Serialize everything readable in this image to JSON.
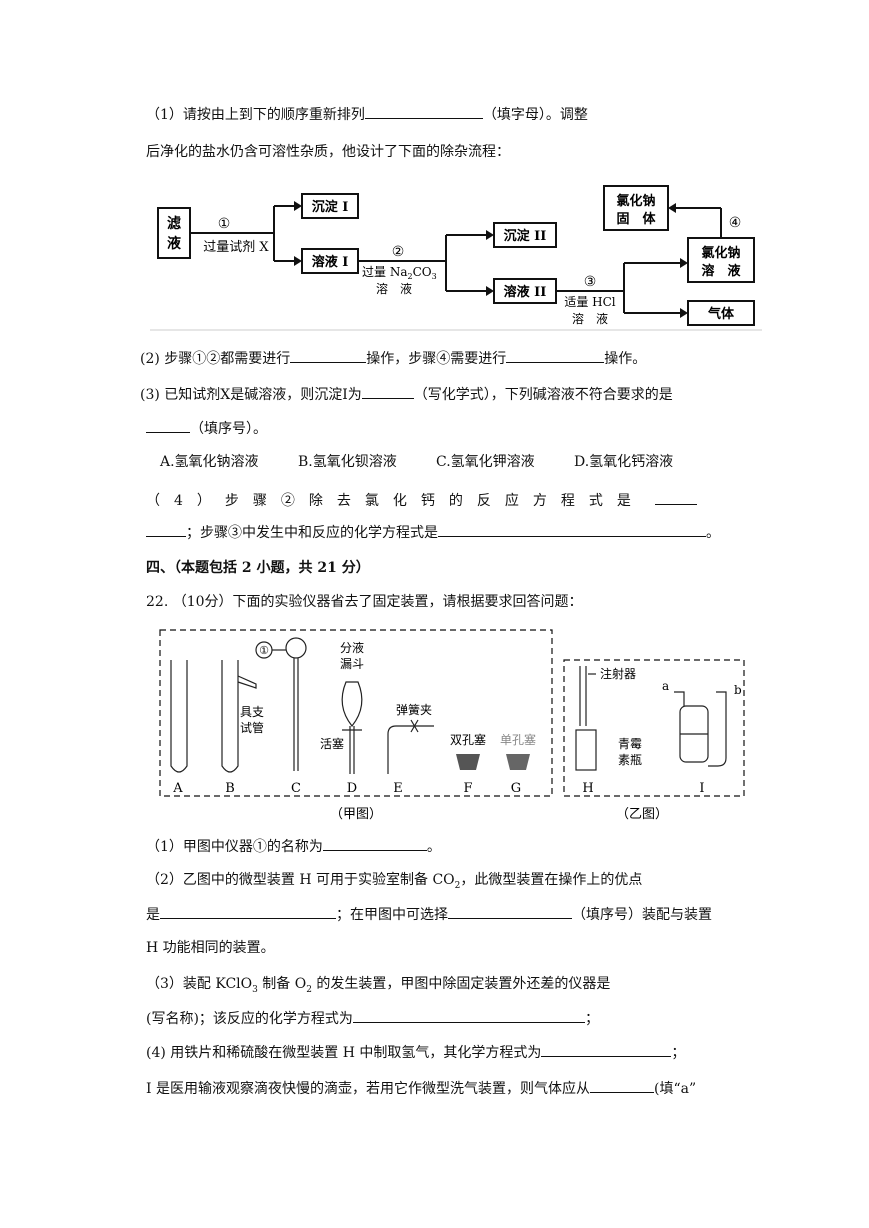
{
  "section3": {
    "q1_pre": "（1）请按由上到下的顺序重新排列",
    "q1_post": "（填字母）。调整",
    "intro": "后净化的盐水仍含可溶性杂质，他设计了下面的除杂流程：",
    "q2_a": "(2) 步骤①②都需要进行",
    "q2_b": "操作，步骤④需要进行",
    "q2_c": "操作。",
    "q3_a": "(3) 已知试剂X是碱溶液，则沉淀I为",
    "q3_b": "（写化学式），下列碱溶液不符合要求的是",
    "q3_c": "（填序号）。",
    "opt_a": "A.氢氧化钠溶液",
    "opt_b": "B.氢氧化钡溶液",
    "opt_c": "C.氢氧化钾溶液",
    "opt_d": "D.氢氧化钙溶液",
    "q4_a": "（4）步骤②除去氯化钙的反应方程式是",
    "q4_b": "；步骤③中发生中和反应的化学方程式是",
    "q4_end": "。"
  },
  "flow": {
    "filtrate": [
      "滤",
      "液"
    ],
    "step1": "①",
    "reagent_x": "过量试剂 X",
    "precip1": "沉淀 I",
    "solution1": "溶液 I",
    "step2": "②",
    "na2co3_a": "过量 Na",
    "na2co3_sub1": "2",
    "na2co3_b": "CO",
    "na2co3_sub2": "3",
    "na2co3_c": "溶　液",
    "precip2": "沉淀 II",
    "solution2": "溶液 II",
    "step3": "③",
    "hcl_a": "适量 HCl",
    "hcl_b": "溶　液",
    "nacl_solid": [
      "氯化钠",
      "固　体"
    ],
    "step4": "④",
    "nacl_sol": [
      "氯化钠",
      "溶　液"
    ],
    "gas": "气体"
  },
  "section4": {
    "heading": "四、（本题包括 2 小题，共 21 分）",
    "q22": "22. （10分）下面的实验仪器省去了固定装置，请根据要求回答问题：",
    "q1_a": "（1）甲图中仪器①的名称为",
    "q1_b": "。",
    "q2_a": "（2）乙图中的微型装置 H 可用于实验室制备 CO",
    "q2_sub": "2",
    "q2_b": "，此微型装置在操作上的优点",
    "q2_c": "是",
    "q2_d": "；在甲图中可选择",
    "q2_e": "（填序号）装配与装置",
    "q2_f": "H 功能相同的装置。",
    "q3_a": "（3）装配 KClO",
    "q3_sub1": "3",
    "q3_b": " 制备 O",
    "q3_sub2": "2",
    "q3_c": " 的发生装置，甲图中除固定装置外还差的仪器是",
    "q3_d": "(写名称)；该反应的化学方程式为",
    "q3_e": "；",
    "q4_a": "(4) 用铁片和稀硫酸在微型装置 H 中制取氢气，其化学方程式为",
    "q4_b": "；",
    "q4_c": "I 是医用输液观察滴夜快慢的滴壶，若用它作微型洗气装置，则气体应从",
    "q4_d": "(填“a”"
  },
  "apparatus": {
    "circle1": "①",
    "branch_tube": [
      "具支",
      "试管"
    ],
    "sep_funnel": [
      "分液",
      "漏斗"
    ],
    "stopcock": "活塞",
    "spring_clip": "弹簧夹",
    "double_stopper": "双孔塞",
    "single_stopper": "单孔塞",
    "syringe": "注射器",
    "penicillin": [
      "青霉",
      "素瓶"
    ],
    "port_a": "a",
    "port_b": "b",
    "letters_jia": [
      "A",
      "B",
      "C",
      "D",
      "E",
      "F",
      "G"
    ],
    "letters_yi": [
      "H",
      "I"
    ],
    "caption_jia": "（甲图）",
    "caption_yi": "（乙图）"
  }
}
